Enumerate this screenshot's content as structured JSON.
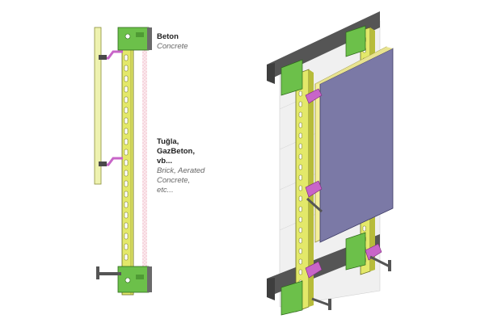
{
  "labels": {
    "concrete": {
      "title": "Beton",
      "subtitle": "Concrete"
    },
    "brick": {
      "title_lines": [
        "Tuğla,",
        "GazBeton,",
        "vb..."
      ],
      "subtitle_lines": [
        "Brick, Aerated",
        "Concrete,",
        "etc..."
      ]
    }
  },
  "colors": {
    "rail_yellow": "#e3e86a",
    "bracket_green": "#6cc04a",
    "clip_magenta": "#c865c8",
    "panel_blue": "#7b79a6",
    "insulation_yellow": "#f5f09a",
    "slab_gray": "#545454",
    "wall_gray": "#e6e6e6"
  },
  "icons": {
    "bracket": "wall-bracket-icon",
    "clip": "panel-clip-icon",
    "bolt": "anchor-bolt-icon"
  }
}
